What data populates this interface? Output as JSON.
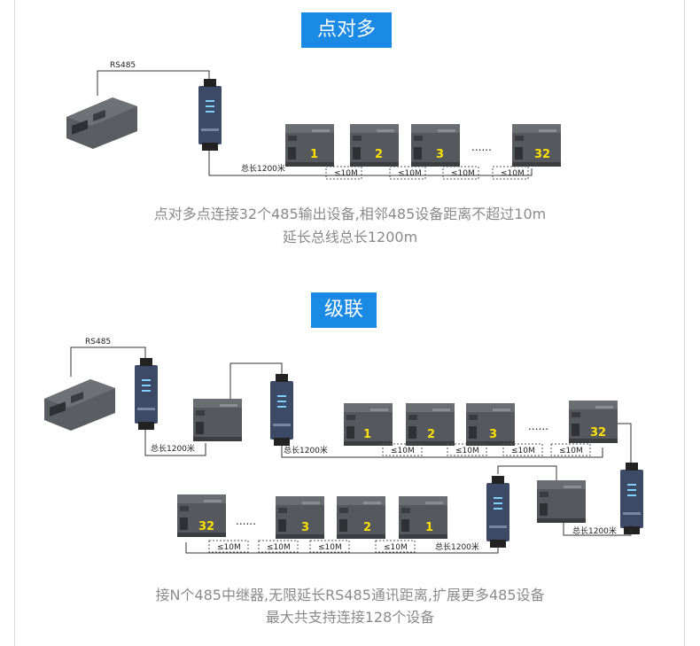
{
  "section1": {
    "title": "点对多",
    "rs485_label": "RS485",
    "bus_length_label": "总长1200米",
    "device_numbers": [
      "1",
      "2",
      "3",
      "32"
    ],
    "spacing_label": "≤10M",
    "ellipsis": "......",
    "caption_line1": "点对多点连接32个485输出设备,相邻485设备距离不超过10m",
    "caption_line2": "延长总线总长1200m"
  },
  "section2": {
    "title": "级联",
    "rs485_label": "RS485",
    "bus_length_label": "总长1200米",
    "device_numbers": [
      "1",
      "2",
      "3",
      "32"
    ],
    "spacing_label": "≤10M",
    "ellipsis": "......",
    "caption_line1": "接N个485中继器,无限延长RS485通讯距离,扩展更多485设备",
    "caption_line2": "最大共支持连接128个设备"
  },
  "colors": {
    "badge": "#1a8ae5",
    "caption": "#8a8a8a",
    "device_body": "#4f5257",
    "repeater_body": "#3c4a66",
    "number_display": "#ffe000"
  }
}
